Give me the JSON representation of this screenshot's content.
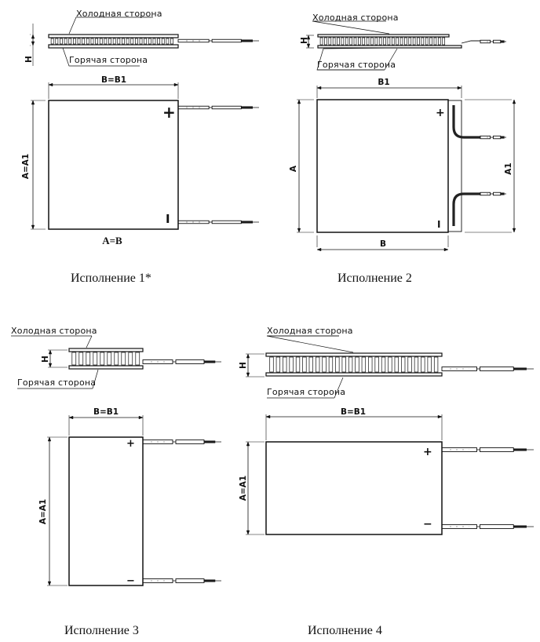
{
  "labels": {
    "cold_side": "Холодная сторона",
    "hot_side": "Горячая сторона"
  },
  "variants": [
    {
      "caption": "Исполнение 1*",
      "dim_h": "H",
      "dim_width": "B=B1",
      "dim_height": "A=A1",
      "plus": "+",
      "minus": "I",
      "note": "A=B"
    },
    {
      "caption": "Исполнение 2",
      "dim_h": "H",
      "dim_width_top": "B1",
      "dim_width_bottom": "B",
      "dim_height_left": "A",
      "dim_height_right": "A1",
      "plus": "+",
      "minus": "I"
    },
    {
      "caption": "Исполнение 3",
      "dim_h": "H",
      "dim_width": "B=B1",
      "dim_height": "A=A1",
      "plus": "+",
      "minus": "−"
    },
    {
      "caption": "Исполнение 4",
      "dim_h": "H",
      "dim_width": "B=B1",
      "dim_height": "A=A1",
      "plus": "+",
      "minus": "−"
    }
  ]
}
